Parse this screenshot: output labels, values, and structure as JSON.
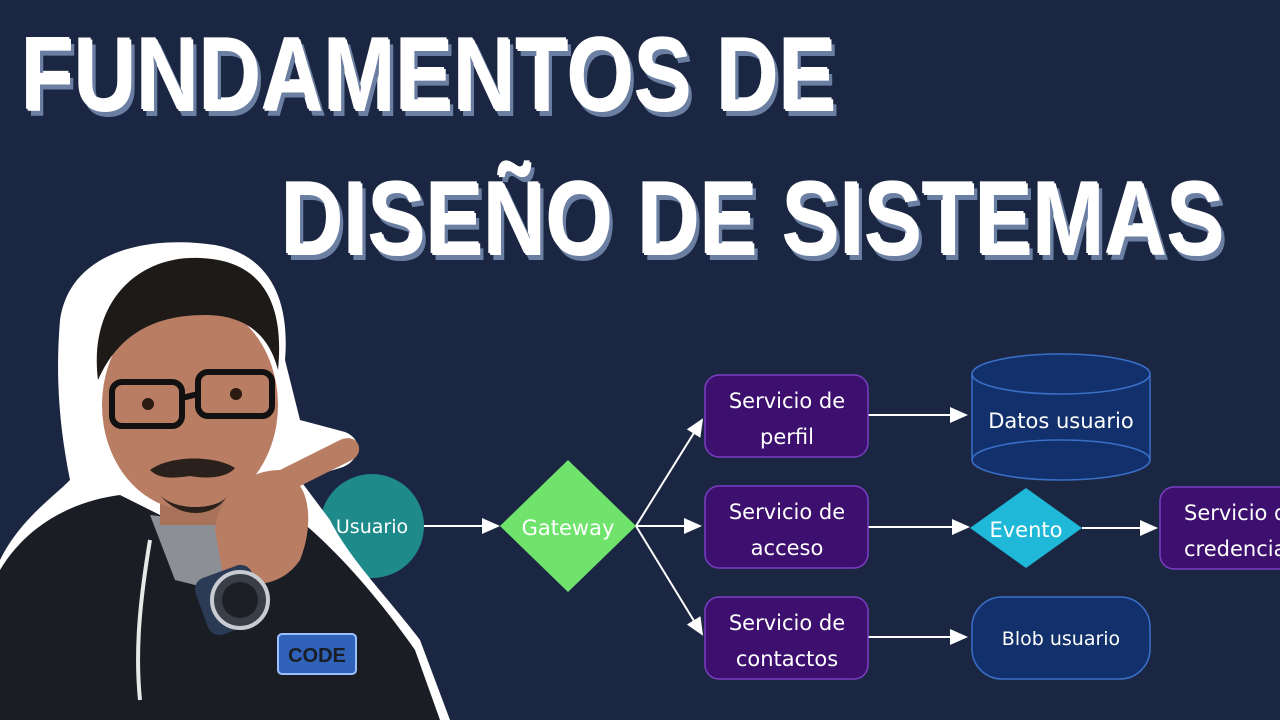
{
  "title": {
    "line1": "FUNDAMENTOS DE",
    "line2": "DISEÑO DE SISTEMAS"
  },
  "colors": {
    "background": "#1b2742",
    "service": "#3d0f6e",
    "service_border": "#7b3fc4",
    "storage": "#12306b",
    "storage_border": "#3a6fc9",
    "gateway": "#6fe36b",
    "event": "#1fb8d8",
    "user": "#1f8a8a",
    "arrow": "#ffffff"
  },
  "diagram": {
    "usuario": "Usuario",
    "gateway": "Gateway",
    "perfil": {
      "line1": "Servicio de",
      "line2": "perfil"
    },
    "acceso": {
      "line1": "Servicio de",
      "line2": "acceso"
    },
    "contactos": {
      "line1": "Servicio de",
      "line2": "contactos"
    },
    "datos": "Datos usuario",
    "evento": "Evento",
    "blob": "Blob usuario",
    "credencial": {
      "line1": "Servicio de",
      "line2": "credencial"
    }
  },
  "shirt_badge": "CODE"
}
